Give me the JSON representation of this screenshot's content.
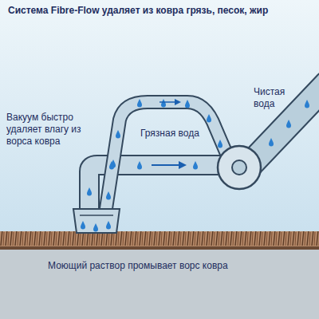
{
  "diagram": {
    "title": "Система Fibre-Flow удаляет из ковра грязь, песок, жир",
    "labels": [
      "Чистая вода",
      "Грязная вода",
      "Вакуум быстро удаляет влагу из ворса ковра",
      "Моющий раствор промывает ворс ковра"
    ]
  }
}
